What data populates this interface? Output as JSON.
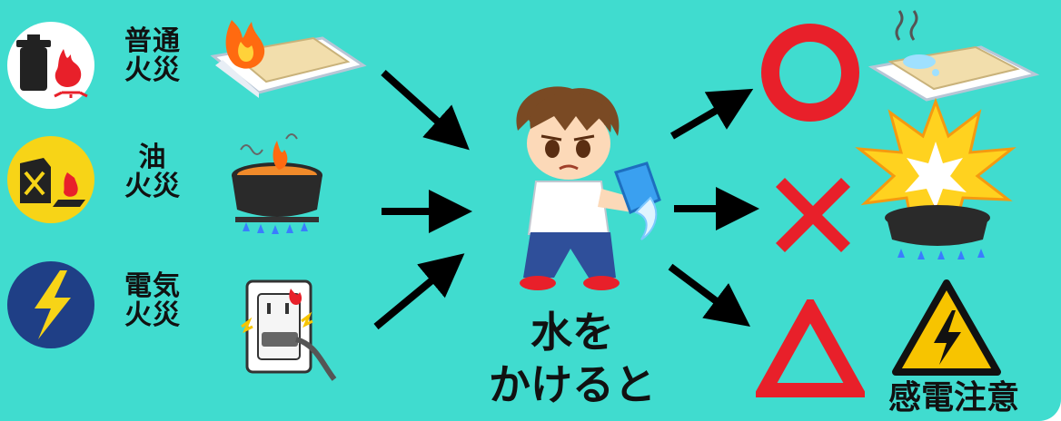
{
  "fire_types": [
    {
      "label": "普通\n火災",
      "icon": "trash-can-fire-icon"
    },
    {
      "label": "油\n火災",
      "icon": "oil-can-fire-icon"
    },
    {
      "label": "電気\n火災",
      "icon": "lightning-bolt-icon"
    }
  ],
  "center": {
    "caption_line1": "水を",
    "caption_line2": "かけると"
  },
  "results": [
    {
      "symbol": "○",
      "meaning": "ok"
    },
    {
      "symbol": "✕",
      "meaning": "ng"
    },
    {
      "symbol": "△",
      "meaning": "caution"
    }
  ],
  "warning_label": "感電注意",
  "colors": {
    "background": "#40dccf",
    "mark_red": "#e8202a",
    "warning_yellow": "#f7c400",
    "badge_white": "#ffffff",
    "badge_yellow": "#f7d417",
    "badge_blue": "#1f3f86"
  }
}
